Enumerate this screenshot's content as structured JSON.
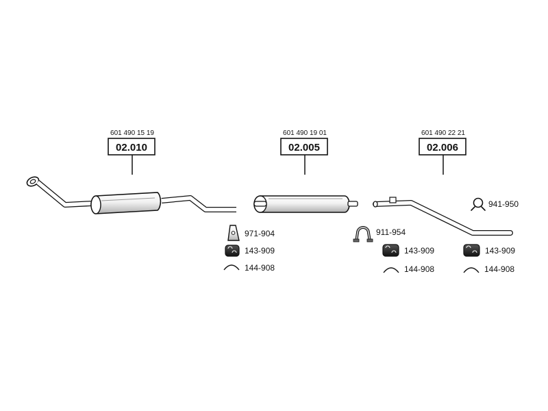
{
  "assemblies": [
    {
      "oem": "601 490 15 19",
      "code": "02.010"
    },
    {
      "oem": "601 490 19 01",
      "code": "02.005"
    },
    {
      "oem": "601 490 22 21",
      "code": "02.006"
    }
  ],
  "accessories": [
    {
      "part": "971-904",
      "icon": "mounting-bracket-icon"
    },
    {
      "part": "143-909",
      "icon": "rubber-mount-icon"
    },
    {
      "part": "144-908",
      "icon": "hanger-wire-icon"
    },
    {
      "part": "911-954",
      "icon": "pipe-clamp-icon"
    },
    {
      "part": "143-909",
      "icon": "rubber-mount-icon"
    },
    {
      "part": "144-908",
      "icon": "hanger-wire-icon"
    },
    {
      "part": "941-950",
      "icon": "hanger-ring-icon"
    },
    {
      "part": "143-909",
      "icon": "rubber-mount-icon"
    },
    {
      "part": "144-908",
      "icon": "hanger-wire-icon"
    }
  ],
  "colors": {
    "ink": "#111111",
    "pipe_fill": "#ffffff",
    "shade": "#b8b8b8"
  }
}
